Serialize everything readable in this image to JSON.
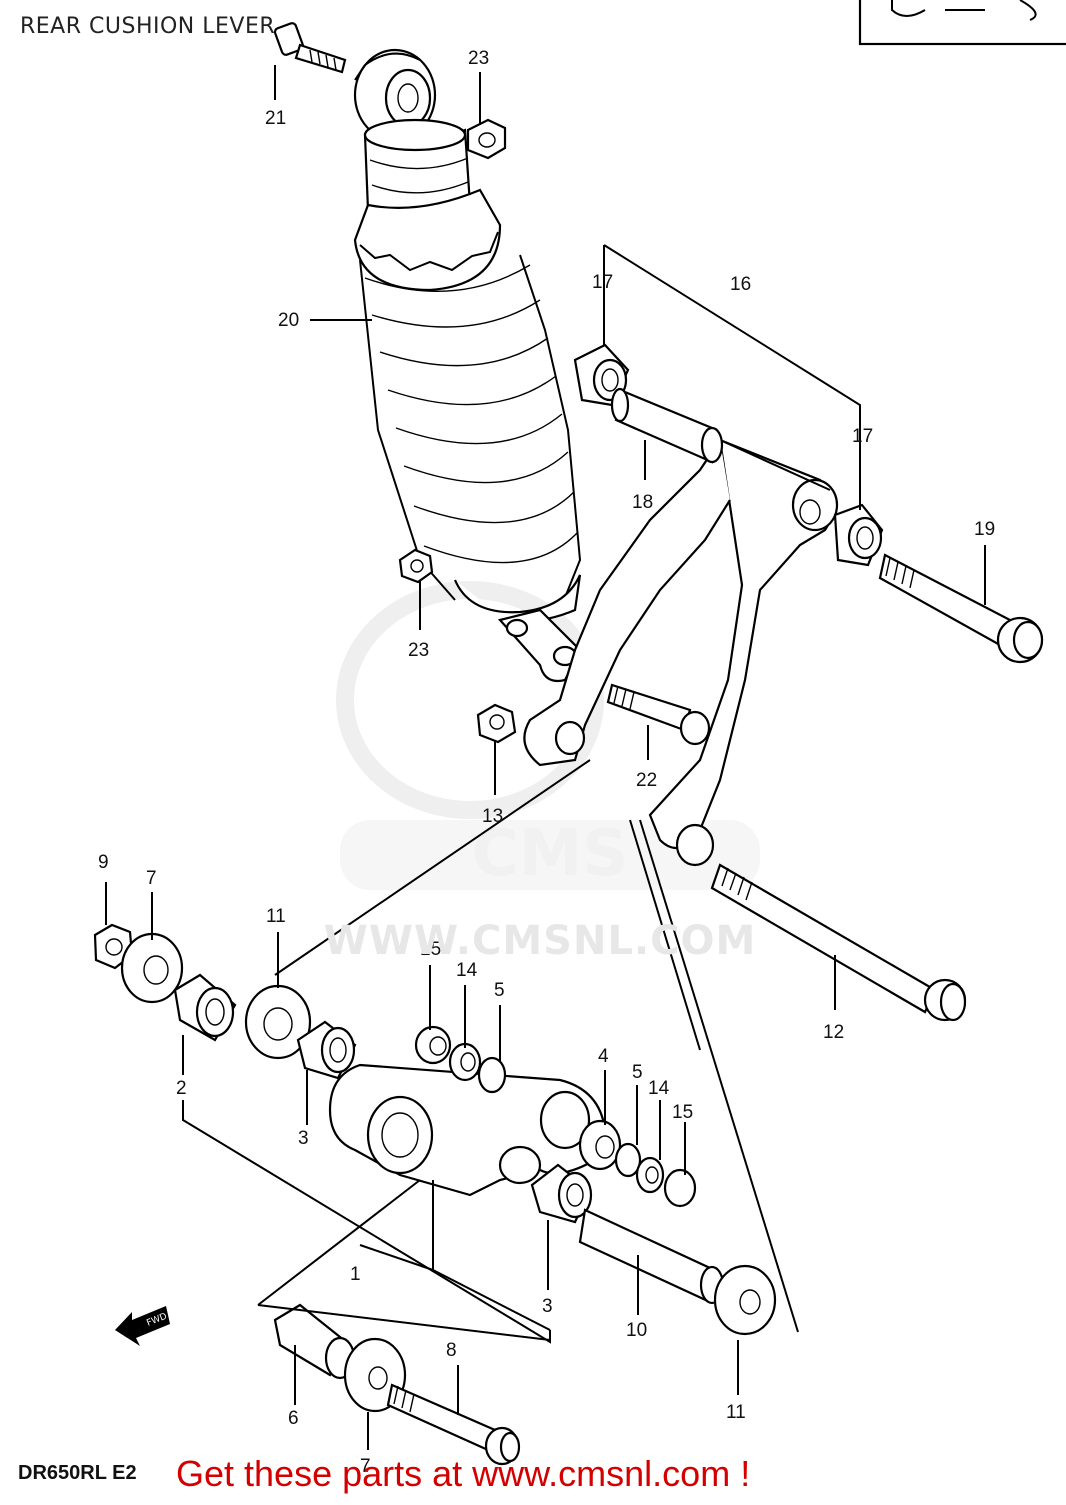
{
  "title": "REAR CUSHION LEVER",
  "model_code": "DR650RL  E2",
  "promo_text": "Get these parts at www.cmsnl.com !",
  "watermark_text": "WWW.CMSNL.COM",
  "fwd_arrow_text": "FWD",
  "callouts": {
    "c1": "1",
    "c2": "2",
    "c3a": "3",
    "c3b": "3",
    "c4": "4",
    "c5a": "5",
    "c5b": "5",
    "c6": "6",
    "c7a": "7",
    "c7b": "7",
    "c8": "8",
    "c9": "9",
    "c10": "10",
    "c11a": "11",
    "c11b": "11",
    "c12": "12",
    "c13": "13",
    "c14a": "14",
    "c14b": "14",
    "c15a": "15",
    "c15b": "15",
    "c16": "16",
    "c17a": "17",
    "c17b": "17",
    "c18": "18",
    "c19": "19",
    "c20": "20",
    "c21": "21",
    "c22": "22",
    "c23a": "23",
    "c23b": "23"
  }
}
